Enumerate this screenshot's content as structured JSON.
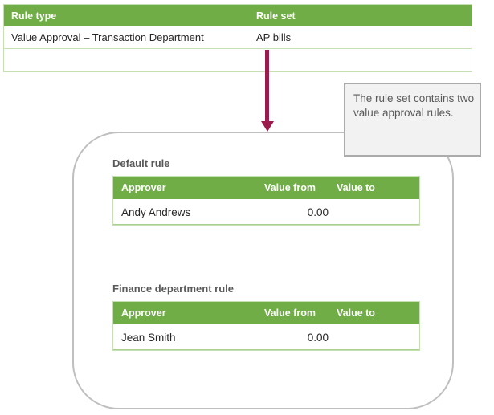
{
  "colors": {
    "table_header_green": "#70AD47",
    "table_border_light_green": "#C5E0B3",
    "row_border_green": "#A9D08E",
    "arrow_maroon": "#9B1B4D",
    "callout_background": "#F2F2F2",
    "callout_border": "#ABABAB",
    "panel_border": "#BFBFBF",
    "label_gray": "#595959"
  },
  "rule_type_table": {
    "headers": {
      "rule_type": "Rule type",
      "rule_set": "Rule set"
    },
    "rows": [
      {
        "rule_type": "Value Approval – Transaction Department",
        "rule_set": "AP bills"
      },
      {
        "rule_type": "",
        "rule_set": ""
      }
    ]
  },
  "callout": {
    "text": "The rule set contains two value approval rules."
  },
  "rule_panel": {
    "tables": [
      {
        "title": "Default rule",
        "headers": {
          "approver": "Approver",
          "value_from": "Value from",
          "value_to": "Value to"
        },
        "rows": [
          {
            "approver": "Andy Andrews",
            "value_from": "0.00",
            "value_to": ""
          }
        ]
      },
      {
        "title": "Finance department rule",
        "headers": {
          "approver": "Approver",
          "value_from": "Value from",
          "value_to": "Value to"
        },
        "rows": [
          {
            "approver": "Jean Smith",
            "value_from": "0.00",
            "value_to": ""
          }
        ]
      }
    ]
  }
}
